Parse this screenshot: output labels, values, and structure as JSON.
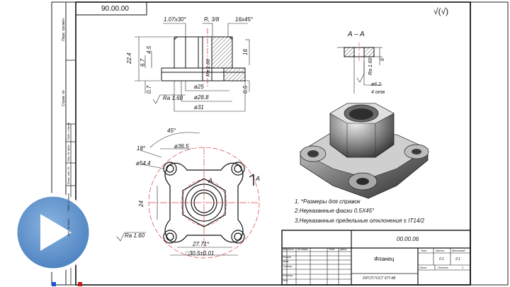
{
  "colors": {
    "frame": "#111111",
    "dim": "#1a1a1a",
    "axis": "#e04040",
    "hatch": "#333333",
    "play": "#6a9bd0"
  },
  "stamp_top": "90.00.00",
  "roughness_symbol": "√(√)",
  "left_column": {
    "labels": [
      "Перв. примен.",
      "Справ. №",
      "Подп. и дата",
      "Инв. № дубл.",
      "Взам. инв. №",
      "Подп. и дата",
      "Инв. № подл."
    ]
  },
  "dimensions": {
    "top_chamfer": "1.07x30°",
    "top_radius": "R, 3/8",
    "top_chamfer2": "16x45°",
    "h_22_4": "22.4",
    "h_6_7": "6.7",
    "h_4_5": "4.5",
    "h_0_7": "0.7",
    "h_16": "16",
    "h_0_5": "0.5",
    "d_25": "ø25",
    "d_28_8": "ø28.8",
    "d_31": "ø31",
    "ra_front": "Ra 1.60",
    "ra_inner": "Ra 1.60",
    "angle_45": "45°",
    "angle_18": "18°",
    "d_36_5": "ø36.5",
    "d_54_4": "ø54.4",
    "v_24": "24",
    "w_27_71": "27.71*",
    "w_30_5": "□30.5±0.01",
    "ra_plan": "Ra 1.60",
    "sec_ra": "Ra 1.60",
    "sec_6": "6",
    "sec_d62": "ø6.2",
    "sec_holes": "4 отв",
    "plan_label": "A",
    "plan_label2": "A"
  },
  "section_title": "A – A",
  "notes": [
    "1. *Размеры для справок",
    "2.Неуказанные фаски 0.5X45°",
    "3.Неуказанные предельные отклонения ± IT14/2"
  ],
  "title_block": {
    "designation": "00.00.06",
    "name": "Фланец",
    "material": "20ГСЛ ГОСТ 977-88",
    "header_cols": [
      "Изм",
      "Лист",
      "№ докум.",
      "Подп.",
      "Дата"
    ],
    "rows": [
      "Разраб.",
      "Пров.",
      "Т.контр.",
      "",
      "Н.контр.",
      "Утв."
    ],
    "lit_label": "Лит.",
    "mass_label": "Масса",
    "scale_label": "Масштаб",
    "mass": "0.1",
    "scale": "2:1",
    "sheet_label": "Лист",
    "sheets_label": "Листов",
    "sheets": "1"
  },
  "video": {
    "play_icon": "play-icon"
  }
}
